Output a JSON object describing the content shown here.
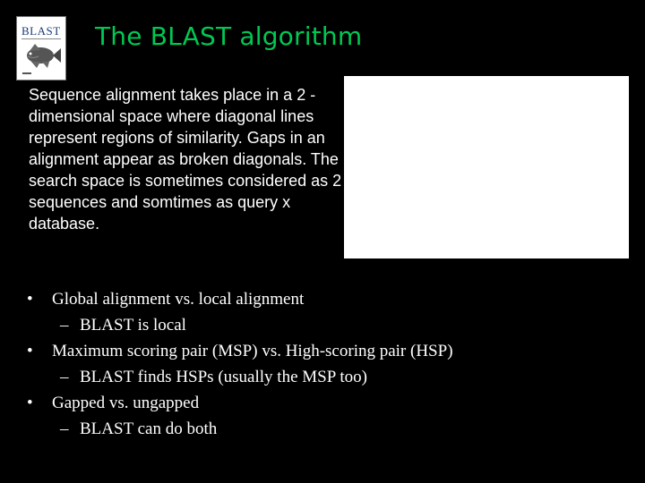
{
  "slide": {
    "title": "The BLAST algorithm",
    "logo": {
      "icon": "book-cover-icon",
      "text": "BLAST"
    },
    "intro_text": "Sequence alignment takes place in a 2 -dimensional space where diagonal lines represent regions of similarity. Gaps in an alignment appear as broken diagonals. The search space is sometimes considered as 2 sequences and somtimes as query x database.",
    "colors": {
      "background": "#000000",
      "title": "#00c853",
      "text": "#ffffff",
      "image_placeholder": "#ffffff"
    },
    "bullets": [
      {
        "text": "Global alignment vs. local alignment",
        "sub": [
          "BLAST is local"
        ]
      },
      {
        "text": "Maximum scoring pair (MSP) vs. High-scoring pair (HSP)",
        "sub": [
          "BLAST finds HSPs (usually the MSP too)"
        ]
      },
      {
        "text": "Gapped vs. ungapped",
        "sub": [
          "BLAST can do both"
        ]
      }
    ],
    "markers": {
      "level1": "•",
      "level2": "–"
    }
  }
}
